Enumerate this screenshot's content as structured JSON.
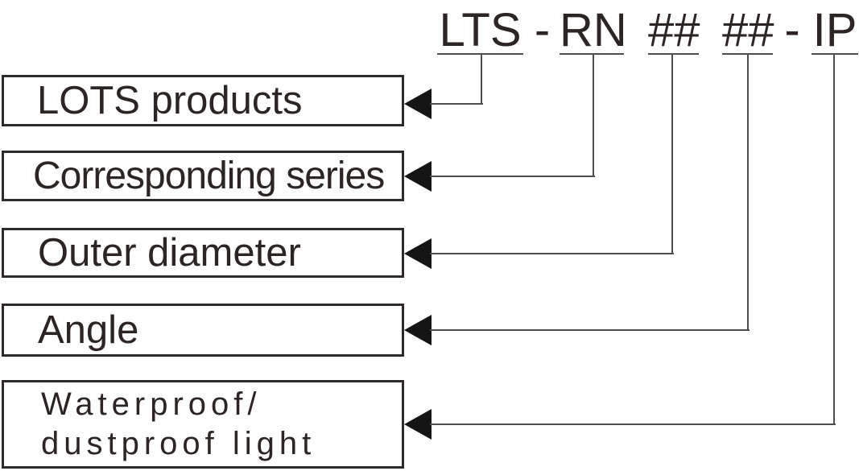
{
  "code": {
    "segments": [
      {
        "label": "LTS",
        "underlined": true
      },
      {
        "label": "-",
        "underlined": false
      },
      {
        "label": "RN",
        "underlined": true
      },
      {
        "label": "##",
        "underlined": true
      },
      {
        "label": "##",
        "underlined": true
      },
      {
        "label": "-",
        "underlined": false
      },
      {
        "label": "IP",
        "underlined": true
      }
    ]
  },
  "labels": [
    {
      "text": "LOTS products"
    },
    {
      "text": "Corresponding series"
    },
    {
      "text": "Outer diameter"
    },
    {
      "text": "Angle"
    },
    {
      "lines": [
        "Waterproof/",
        "dustproof light"
      ]
    }
  ],
  "colors": {
    "text": "#2b2523",
    "line": "#4d4d4d",
    "arrow": "#151515",
    "box_border": "#2f2b2b",
    "background": "#ffffff"
  }
}
